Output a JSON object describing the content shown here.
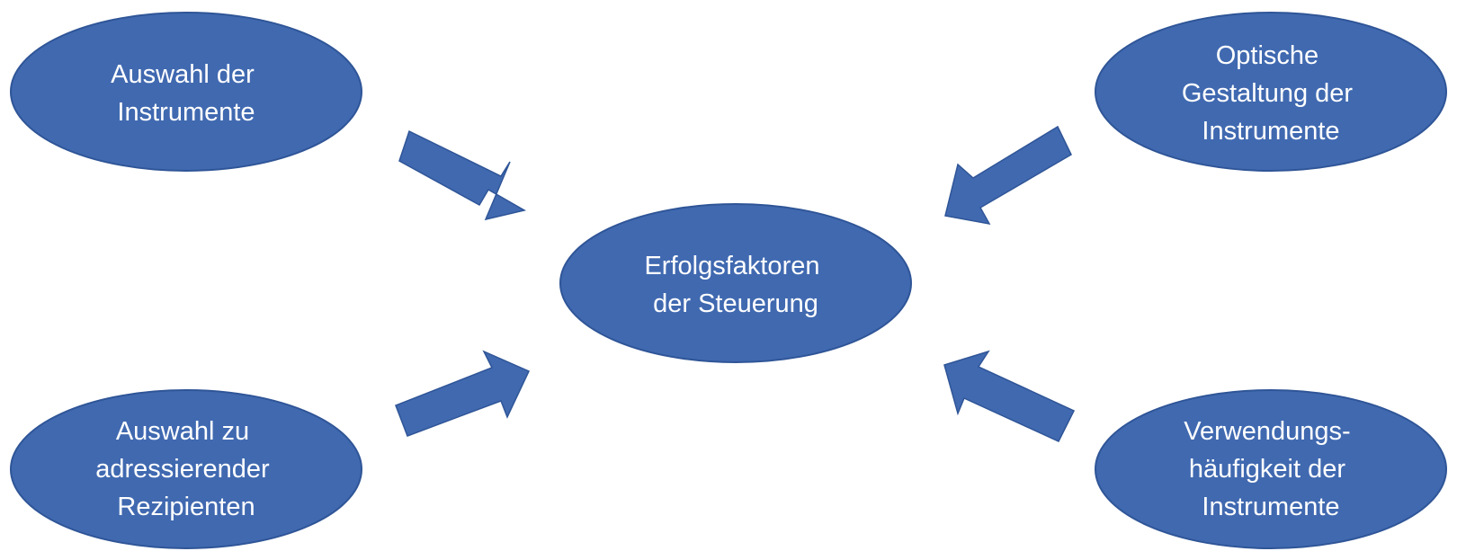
{
  "colors": {
    "fill": "#4069b0",
    "stroke": "#2f5597",
    "text": "#ffffff",
    "background": "#ffffff"
  },
  "center": {
    "lines": [
      "Erfolgsfaktoren",
      "der Steuerung"
    ]
  },
  "nodes": [
    {
      "id": "auswahl-instrumente",
      "lines": [
        "Auswahl der",
        "Instrumente"
      ]
    },
    {
      "id": "optische-gestaltung",
      "lines": [
        "Optische",
        "Gestaltung der",
        "Instrumente"
      ]
    },
    {
      "id": "auswahl-rezipienten",
      "lines": [
        "Auswahl zu",
        "adressierender",
        "Rezipienten"
      ]
    },
    {
      "id": "verwendungshaeufigkeit",
      "lines": [
        "Verwendungs-",
        "häufigkeit der",
        "Instrumente"
      ]
    }
  ]
}
